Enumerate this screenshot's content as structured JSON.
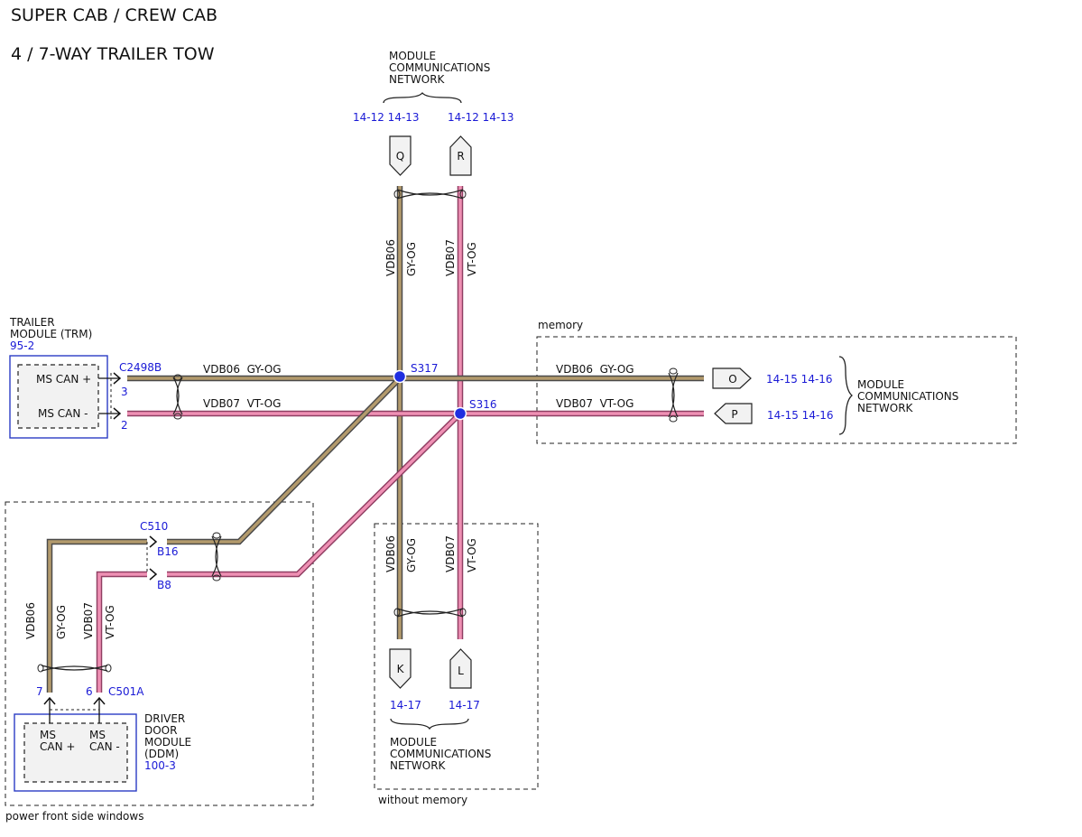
{
  "title": {
    "line1": "SUPER CAB / CREW CAB",
    "line2": "4 / 7-WAY TRAILER TOW"
  },
  "colors": {
    "gy_og_core": "#b39a6c",
    "gy_og_edge": "#4a4a4a",
    "vt_og_core": "#ef90b4",
    "vt_og_edge": "#8f3e62",
    "splice": "#1f2ee0",
    "ref_text": "#1a1ad6"
  },
  "network_top": {
    "label": [
      "MODULE",
      "COMMUNICATIONS",
      "NETWORK"
    ],
    "ref_q": "14-12 14-13",
    "ref_r": "14-12 14-13",
    "conn_q": "Q",
    "conn_r": "R"
  },
  "network_right": {
    "label": [
      "MODULE",
      "COMMUNICATIONS",
      "NETWORK"
    ],
    "ref_o": "14-15 14-16",
    "ref_p": "14-15 14-16",
    "conn_o": "O",
    "conn_p": "P"
  },
  "network_bottom": {
    "label": [
      "MODULE",
      "COMMUNICATIONS",
      "NETWORK"
    ],
    "ref_k": "14-17",
    "ref_l": "14-17",
    "conn_k": "K",
    "conn_l": "L"
  },
  "trailer_module": {
    "name": [
      "TRAILER",
      "MODULE (TRM)"
    ],
    "ref": "95-2",
    "pin_plus": "MS CAN +",
    "pin_minus": "MS CAN -",
    "connector": "C2498B",
    "pin_no_plus": "3",
    "pin_no_minus": "2"
  },
  "driver_door_module": {
    "name": [
      "DRIVER",
      "DOOR",
      "MODULE",
      "(DDM)"
    ],
    "ref": "100-3",
    "pin_plus": [
      "MS",
      "CAN +"
    ],
    "pin_minus": [
      "MS",
      "CAN -"
    ],
    "connector": "C501A",
    "pin_no_plus": "7",
    "pin_no_minus": "6"
  },
  "c510": {
    "connector": "C510",
    "pin_gy": "B16",
    "pin_vt": "B8"
  },
  "splices": {
    "s317": "S317",
    "s316": "S316"
  },
  "wires": {
    "gy_circuit": "VDB06",
    "gy_color": "GY-OG",
    "vt_circuit": "VDB07",
    "vt_color": "VT-OG",
    "gy_full": "VDB06  GY-OG",
    "vt_full": "VDB07  VT-OG"
  },
  "options": {
    "memory": "memory",
    "without_memory": "without memory",
    "power_windows": "power front side windows"
  }
}
